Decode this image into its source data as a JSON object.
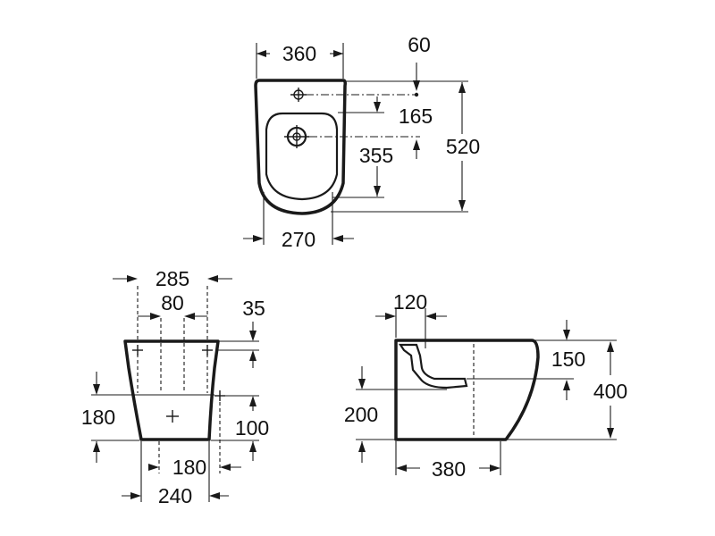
{
  "top_view": {
    "width_top": "360",
    "offset_top": "60",
    "depth_inner": "165",
    "hole_depth": "355",
    "total_length": "520",
    "width_bottom": "270"
  },
  "front_view": {
    "width_top": "285",
    "hole_spacing": "80",
    "edge_offset": "35",
    "fixing_height": "180",
    "inlet_height": "100",
    "base_span": "180",
    "base_width": "240"
  },
  "side_view": {
    "outlet_length": "120",
    "rim_depth": "150",
    "total_height": "400",
    "outlet_height": "200",
    "base_depth": "380"
  }
}
